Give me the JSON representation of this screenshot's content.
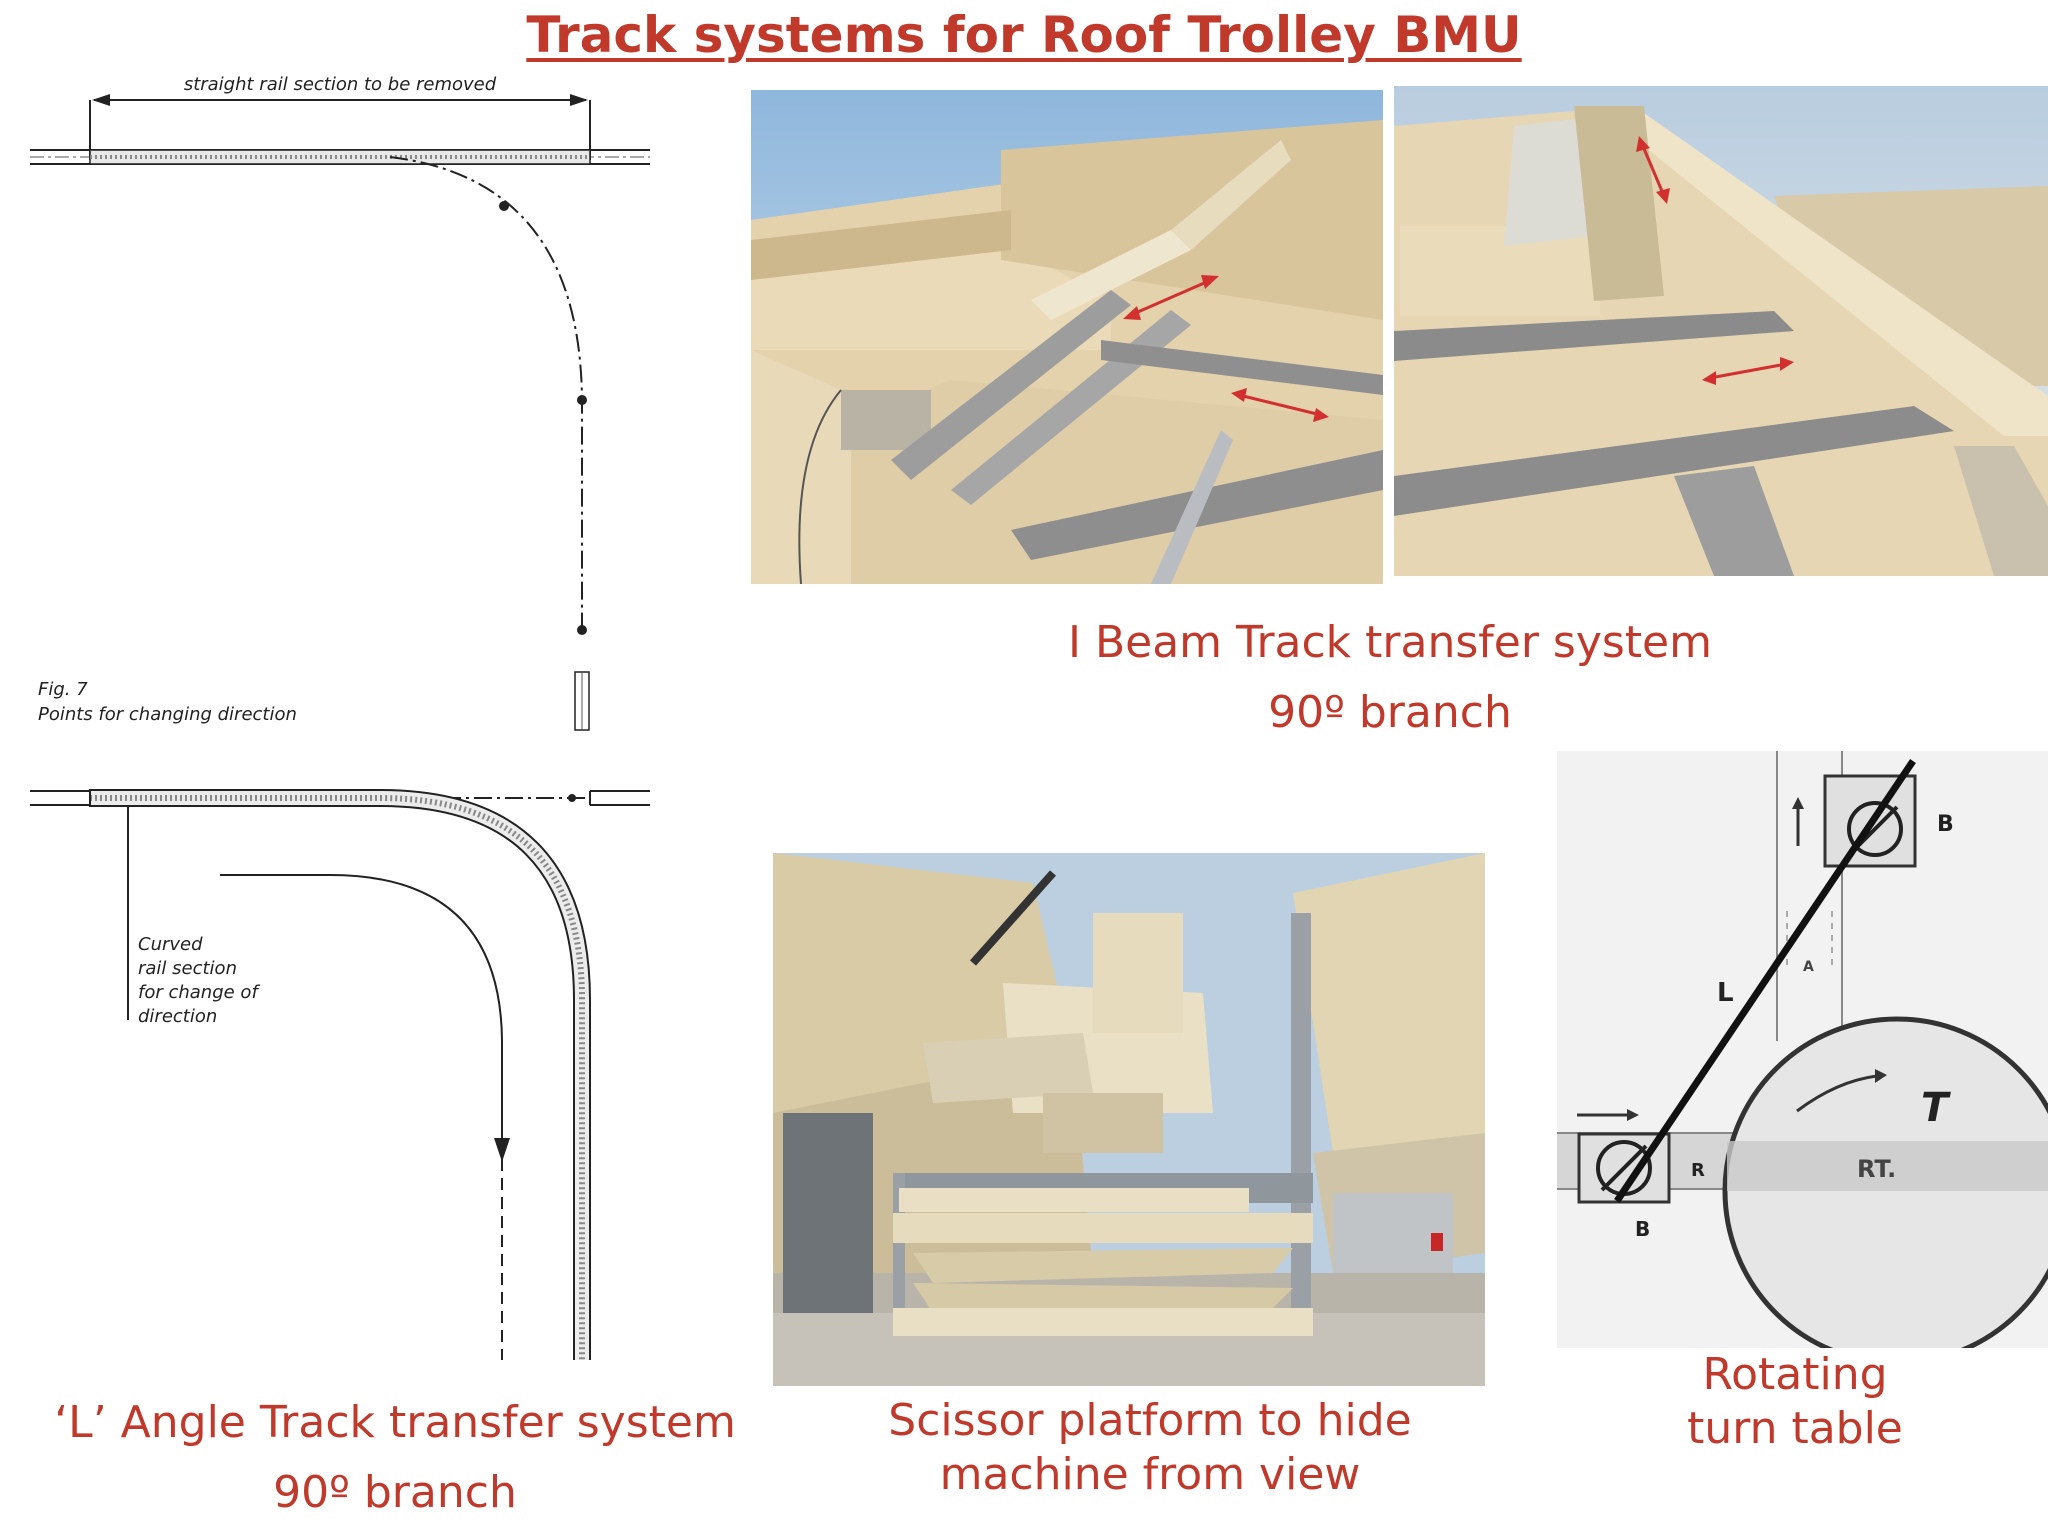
{
  "title": "Track systems for Roof Trolley BMU",
  "fig7": {
    "dimension_label": "straight rail section to be removed",
    "fig_number": "Fig. 7",
    "fig_caption": "Points for changing direction"
  },
  "l_angle_drawing": {
    "label_lines": [
      "Curved",
      "rail section",
      "for change of",
      "direction"
    ]
  },
  "ibeam_caption": {
    "line1": "I Beam Track transfer system",
    "line2": "90º branch"
  },
  "l_angle_caption": {
    "line1": "‘L’ Angle Track transfer system",
    "line2": "90º branch"
  },
  "scissor_caption": {
    "line1": "Scissor platform to hide",
    "line2": "machine from view"
  },
  "turntable_caption": {
    "line1": "Rotating",
    "line2": "turn table"
  },
  "turntable_diagram": {
    "labels": {
      "b_top": "B",
      "b_bottom": "B",
      "l": "L",
      "a": "A",
      "r": "R",
      "t": "T",
      "rt": "RT."
    }
  },
  "colors": {
    "accent": "#c0392b",
    "arrow_red": "#d32f2f"
  }
}
